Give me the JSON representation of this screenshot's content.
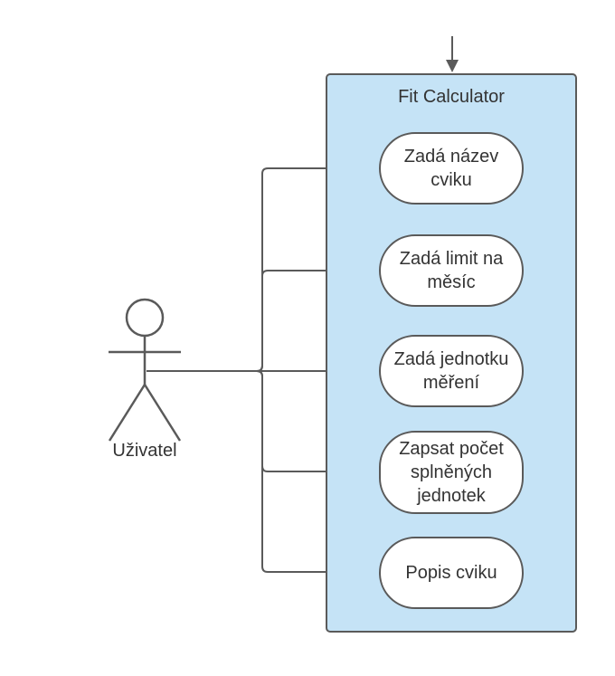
{
  "system": {
    "title": "Fit Calculator"
  },
  "actor": {
    "label": "Uživatel"
  },
  "use_cases": [
    "Zadá název\ncviku",
    "Zadá limit na\nměsíc",
    "Zadá jednotku\nměření",
    "Zapsat počet\nsplněných\njednotek",
    "Popis cviku"
  ],
  "colors": {
    "system_fill": "#c5e3f6",
    "stroke": "#5a5a5a",
    "text": "#333333"
  }
}
